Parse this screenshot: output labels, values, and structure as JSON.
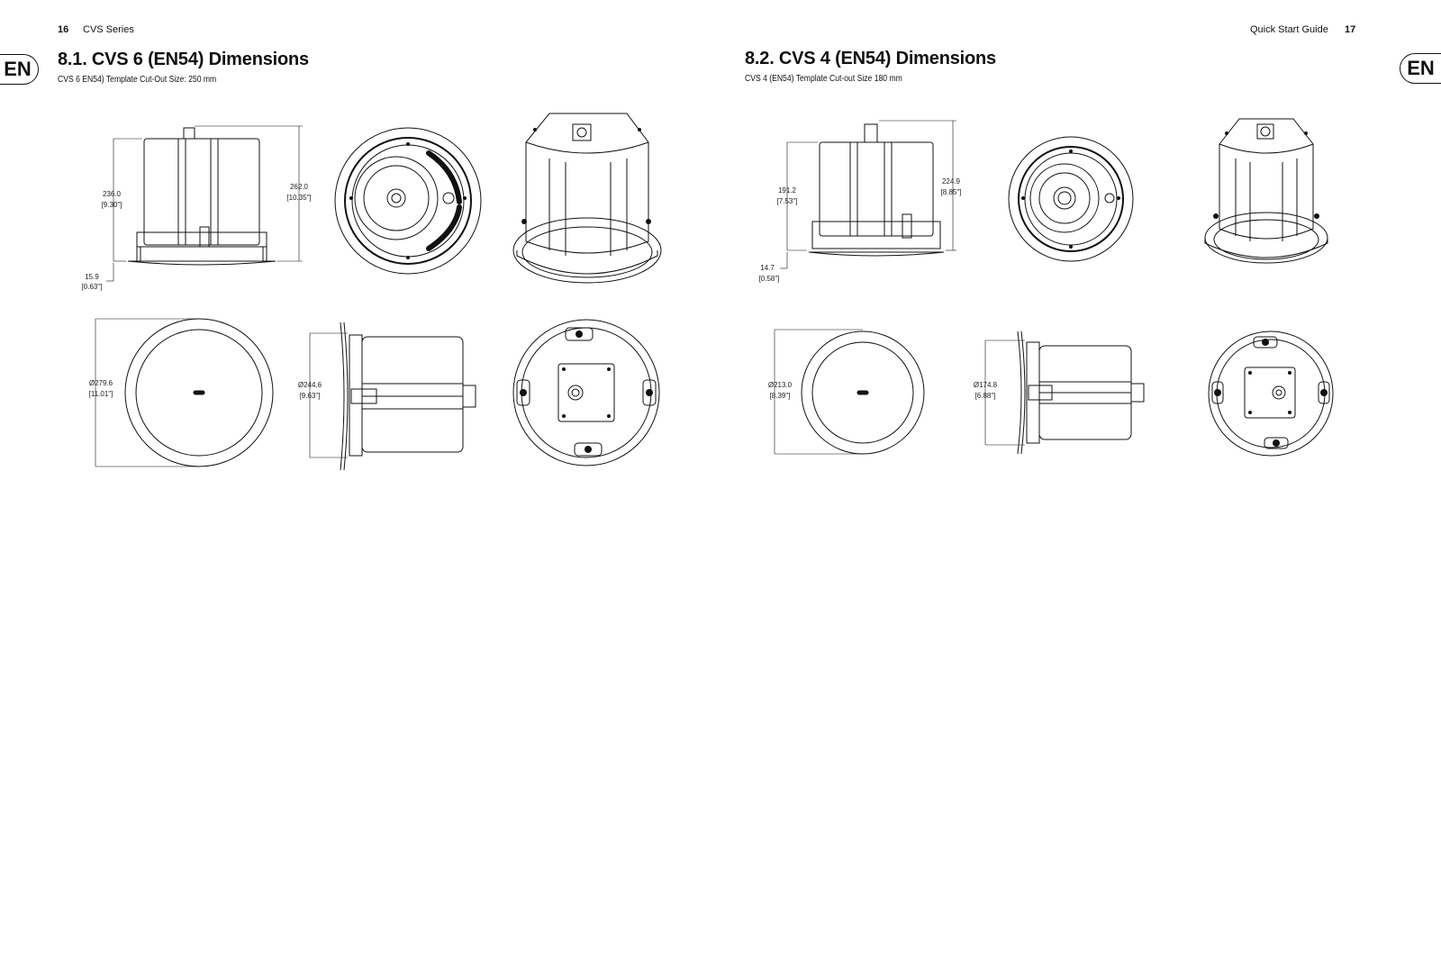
{
  "left_page": {
    "page_number": "16",
    "series": "CVS Series",
    "badge": "EN",
    "heading": "8.1. CVS 6 (EN54) Dimensions",
    "subheading": "CVS 6 EN54) Template Cut-Out Size: 250 mm",
    "dims": {
      "height_total": "262.0",
      "height_total_in": "[10.35\"]",
      "height_body": "236.0",
      "height_body_in": "[9.30\"]",
      "flange": "15.9",
      "flange_in": "[0.63\"]",
      "dia_outer": "Ø279.6",
      "dia_outer_in": "[11.01\"]",
      "dia_body": "Ø244.6",
      "dia_body_in": "[9.63\"]"
    }
  },
  "right_page": {
    "page_number": "17",
    "series": "Quick Start Guide",
    "badge": "EN",
    "heading": "8.2. CVS 4 (EN54) Dimensions",
    "subheading": "CVS 4 (EN54) Template Cut-out Size 180 mm",
    "dims": {
      "height_total": "224.9",
      "height_total_in": "[8.85\"]",
      "height_body": "191.2",
      "height_body_in": "[7.53\"]",
      "flange": "14.7",
      "flange_in": "[0.58\"]",
      "dia_outer": "Ø213.0",
      "dia_outer_in": "[8.39\"]",
      "dia_body": "Ø174.8",
      "dia_body_in": "[6.88\"]"
    }
  }
}
